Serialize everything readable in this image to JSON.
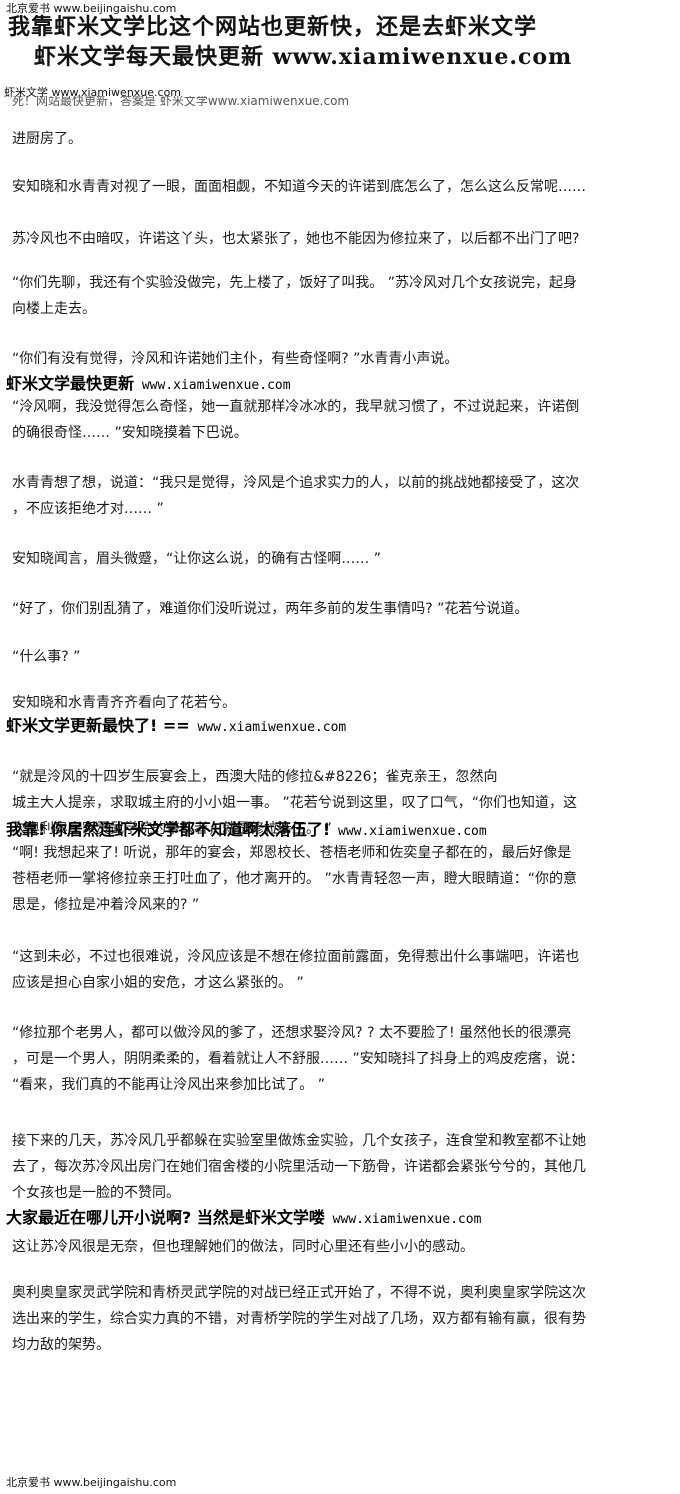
{
  "top_site": "北京爱书 www.beijingaishu.com",
  "banner_line1": "我靠虾米文学比这个网站也更新快，还是去虾米文学",
  "banner_line2": "虾米文学每天最快更新   www.xiamiwenxue.com",
  "small_site": "虾米文学 www.xiamiwenxue.com",
  "cut_line": "死！网站最快更新，答案是 虾米文学www.xiamiwenxue.com",
  "paragraphs": [
    [
      "进厨房了。"
    ],
    [
      "安知晓和水青青对视了一眼，面面相觑，不知道今天的许诺到底怎么了，怎么这么反常呢……"
    ],
    [
      "苏冷风也不由暗叹，许诺这丫头，也太紧张了，她也不能因为修拉来了，以后都不出门了吧?"
    ],
    [
      "“你们先聊，我还有个实验没做完，先上楼了，饭好了叫我。 ”苏冷风对几个女孩说完，起身",
      "向楼上走去。"
    ],
    [
      "“你们有没有觉得，泠风和许诺她们主仆，有些奇怪啊? ”水青青小声说。"
    ],
    [
      "“泠风啊，我没觉得怎么奇怪，她一直就那样冷冰冰的，我早就习惯了，不过说起来，许诺倒",
      "的确很奇怪…… ”安知晓摸着下巴说。"
    ],
    [
      "水青青想了想，说道：“我只是觉得，泠风是个追求实力的人，以前的挑战她都接受了，这次",
      "，不应该拒绝才对…… ”"
    ],
    [
      "安知晓闻言，眉头微蹙，“让你这么说，的确有古怪啊…… ”"
    ],
    [
      "“好了，你们别乱猜了，难道你们没听说过，两年多前的发生事情吗? ”花若兮说道。"
    ],
    [
      "“什么事? ”"
    ],
    [
      "安知晓和水青青齐齐看向了花若兮。"
    ],
    [
      "“就是泠风的十四岁生辰宴会上，西澳大陆的修拉&amp;#8226；雀克亲王，忽然向",
      "城主大人提亲，求取城主府的小小姐一事。 ”花若兮说到这里，叹了口气，“你们也知道，这",
      "次奥利奥皇家灵武学院的带队者，就是修拉亲王。 ”"
    ],
    [
      "“啊! 我想起来了! 听说，那年的宴会，郑恩校长、苍梧老师和佐奕皇子都在的，最后好像是",
      "苍梧老师一掌将修拉亲王打吐血了，他才离开的。 ”水青青轻忽一声，瞪大眼睛道：“你的意",
      "思是，修拉是冲着泠风来的? ”"
    ],
    [
      "“这到未必，不过也很难说，泠风应该是不想在修拉面前露面，免得惹出什么事端吧，许诺也",
      "应该是担心自家小姐的安危，才这么紧张的。 ”"
    ],
    [
      "“修拉那个老男人，都可以做泠风的爹了，还想求娶泠风? ? 太不要脸了! 虽然他长的很漂亮",
      "，可是一个男人，阴阴柔柔的，看着就让人不舒服…… ”安知晓抖了抖身上的鸡皮疙瘩，说：",
      "“看来，我们真的不能再让泠风出来参加比试了。 ”"
    ],
    [
      "接下来的几天，苏冷风几乎都躲在实验室里做炼金实验，几个女孩子，连食堂和教室都不让她",
      "去了，每次苏冷风出房门在她们宿舍楼的小院里活动一下筋骨，许诺都会紧张兮兮的，其他几",
      "个女孩也是一脸的不赞同。"
    ],
    [
      "这让苏冷风很是无奈，但也理解她们的做法，同时心里还有些小小的感动。"
    ],
    [
      "奥利奥皇家灵武学院和青桥灵武学院的对战已经正式开始了，不得不说，奥利奥皇家学院这次",
      "选出来的学生，综合实力真的不错，对青桥学院的学生对战了几场，双方都有输有赢，很有势",
      "均力敌的架势。"
    ]
  ],
  "ads": [
    {
      "text": "虾米文学最快更新",
      "url": "www.xiamiwenxue.com"
    },
    {
      "text": "虾米文学更新最快了! ==",
      "url": "www.xiamiwenxue.com"
    },
    {
      "text": "我靠! 你居然连虾米文学都不知道啊太落伍了!",
      "url": "www.xiamiwenxue.com"
    },
    {
      "text": "大家最近在哪儿开小说啊? 当然是虾米文学喽",
      "url": "www.xiamiwenxue.com"
    }
  ],
  "bottom_site": "北京爱书 www.beijingaishu.com"
}
